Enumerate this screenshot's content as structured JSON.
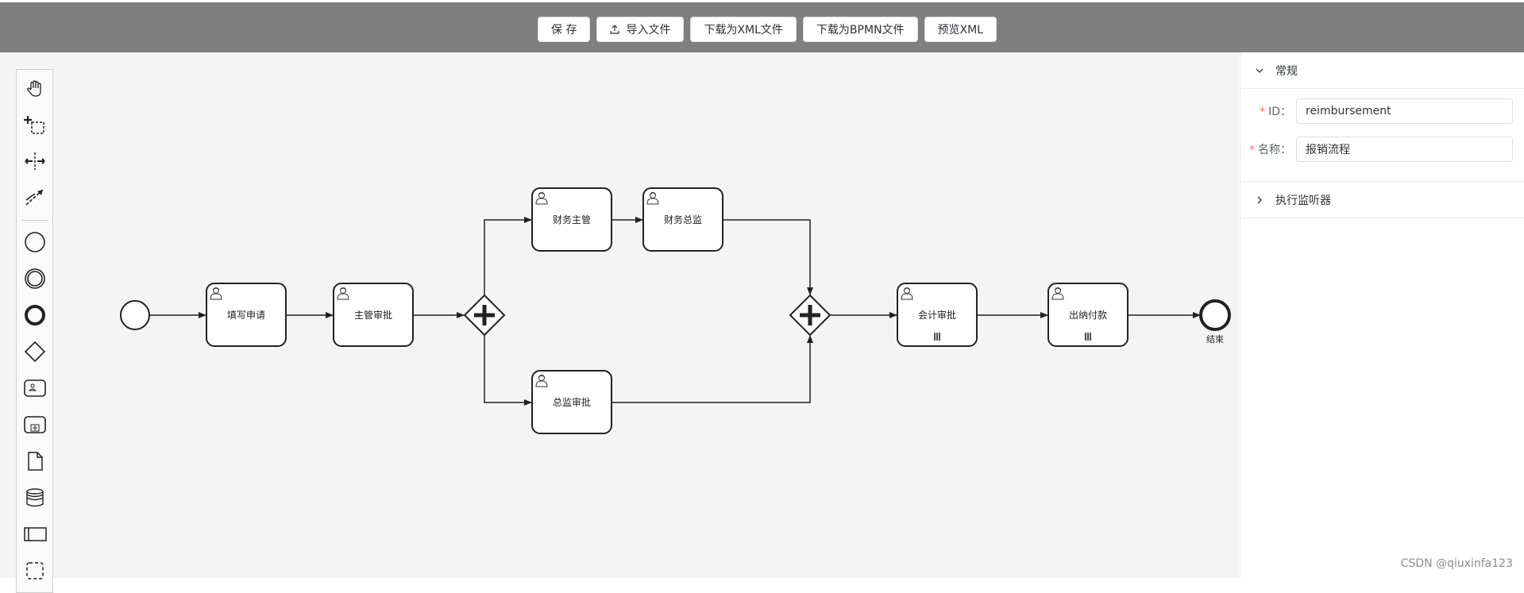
{
  "toolbar": {
    "save": "保 存",
    "import": "导入文件",
    "download_xml": "下载为XML文件",
    "download_bpmn": "下载为BPMN文件",
    "preview_xml": "预览XML"
  },
  "palette": {
    "tools": [
      "hand-tool-icon",
      "lasso-tool-icon",
      "space-tool-icon",
      "connect-tool-icon",
      "start-event-icon",
      "intermediate-event-icon",
      "end-event-icon",
      "gateway-icon",
      "task-icon",
      "subprocess-icon",
      "data-object-icon",
      "data-store-icon",
      "pool-icon",
      "group-icon"
    ]
  },
  "diagram": {
    "tasks": {
      "fill_apply": "填写申请",
      "supervisor_approve": "主管审批",
      "finance_manager": "财务主管",
      "finance_director": "财务总监",
      "director_approve": "总监审批",
      "accounting_approve": "会计审批",
      "cashier_pay": "出纳付款"
    },
    "end_label": "结束"
  },
  "panel": {
    "general_title": "常规",
    "id_label": "ID：",
    "id_value": "reimbursement",
    "name_label": "名称：",
    "name_value": "报销流程",
    "listener_title": "执行监听器"
  },
  "watermark": "CSDN @qiuxinfa123",
  "colors": {
    "topbar": "#7f7f7f",
    "canvas": "#f4f4f4",
    "required": "#f56c6c"
  }
}
